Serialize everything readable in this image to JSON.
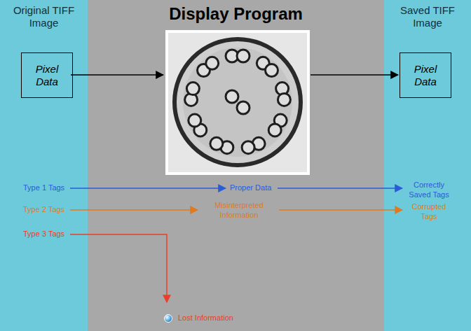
{
  "diagram": {
    "nodes": [
      {
        "text": [
          "Original TIFF Image"
        ]
      },
      {
        "text": [
          "Pixel Data"
        ],
        "in": 0
      },
      {
        "text": [
          "Display Program"
        ]
      },
      {
        "text": [
          "Saved TIFF Image"
        ]
      },
      {
        "text": [
          "Pixel Data"
        ],
        "in": 3
      }
    ],
    "labels": [
      "Type 1 Tags",
      "Proper Data",
      "Correctly Saved Tags",
      "Type 2 Tags",
      "Misinterpreted Information",
      "Corrupted Tags",
      "Type 3 Tags",
      "Lost Information"
    ]
  }
}
